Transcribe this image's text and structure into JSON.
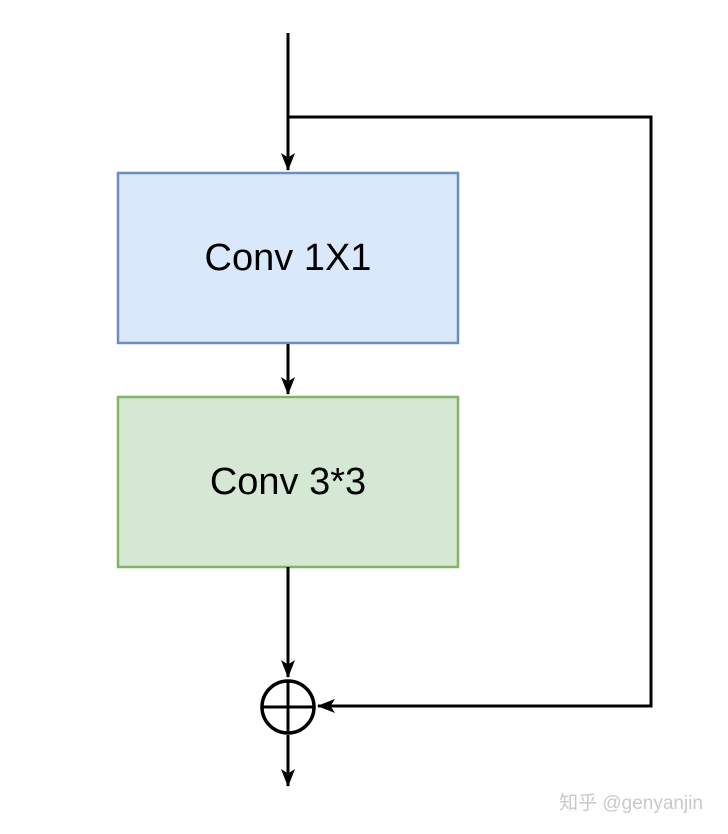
{
  "diagram": {
    "type": "flowchart",
    "subject": "residual-conv-block",
    "line_color": "#000000",
    "background": "#ffffff",
    "nodes": [
      {
        "id": "conv_1x1",
        "label": "Conv 1X1",
        "fill": "#dae8fc",
        "stroke": "#6c8ebf",
        "text_color": "#000000"
      },
      {
        "id": "conv_3x3",
        "label": "Conv 3*3",
        "fill": "#d5e8d4",
        "stroke": "#82b366",
        "text_color": "#000000"
      }
    ],
    "operator": {
      "id": "add",
      "symbol": "⊕",
      "fill": "#ffffff",
      "stroke": "#000000"
    },
    "edges": [
      {
        "from": "input",
        "to": "conv_1x1",
        "arrow": true
      },
      {
        "from": "input",
        "to": "add",
        "kind": "skip-connection",
        "arrow": true
      },
      {
        "from": "conv_1x1",
        "to": "conv_3x3",
        "arrow": true
      },
      {
        "from": "conv_3x3",
        "to": "add",
        "arrow": true
      },
      {
        "from": "add",
        "to": "output",
        "arrow": true
      }
    ]
  },
  "watermark": {
    "text": "知乎 @genyanjin",
    "color": "#c9c9c9"
  }
}
